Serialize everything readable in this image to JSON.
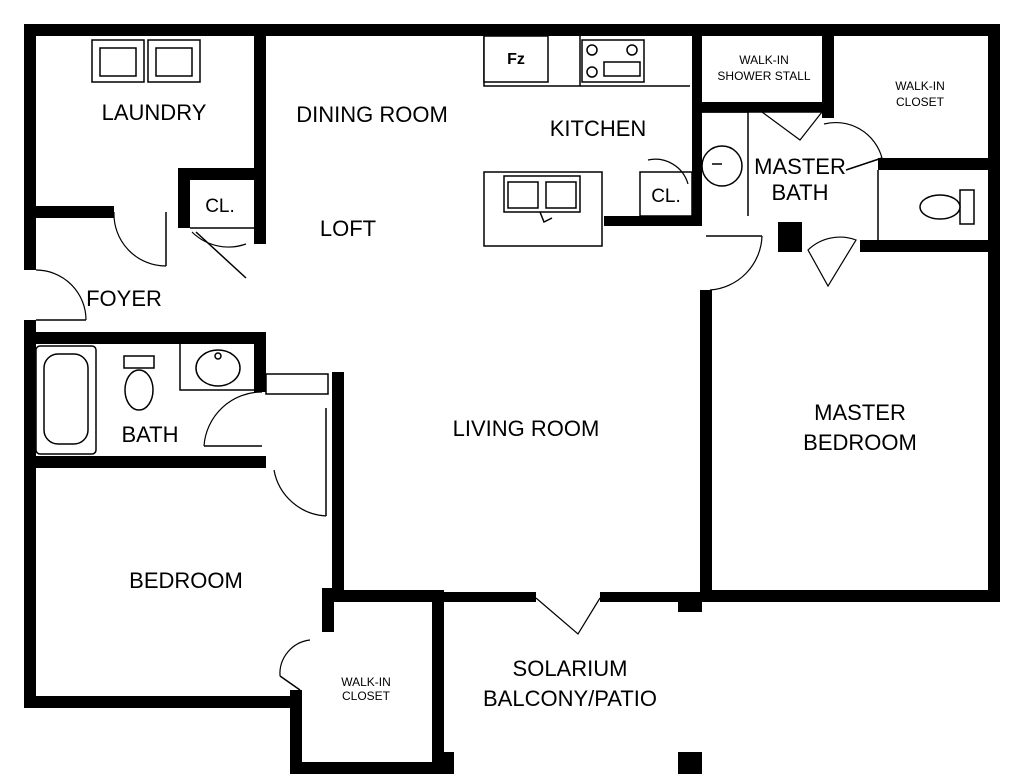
{
  "rooms": {
    "laundry": "LAUNDRY",
    "dining": "DINING  ROOM",
    "kitchen": "KITCHEN",
    "closet_laundry": "CL.",
    "closet_kitchen": "CL.",
    "loft": "LOFT",
    "foyer": "FOYER",
    "bath": "BATH",
    "living": "LIVING ROOM",
    "bedroom": "BEDROOM",
    "walkin_bed_1": "WALK-IN",
    "walkin_bed_2": "CLOSET",
    "solarium_1": "SOLARIUM",
    "solarium_2": "BALCONY/PATIO",
    "shower_1": "WALK-IN",
    "shower_2": "SHOWER STALL",
    "walkin_master_1": "WALK-IN",
    "walkin_master_2": "CLOSET",
    "master_bath_1": "MASTER",
    "master_bath_2": "BATH",
    "master_bed_1": "MASTER",
    "master_bed_2": "BEDROOM"
  },
  "appliances": {
    "freezer": "Fz"
  }
}
